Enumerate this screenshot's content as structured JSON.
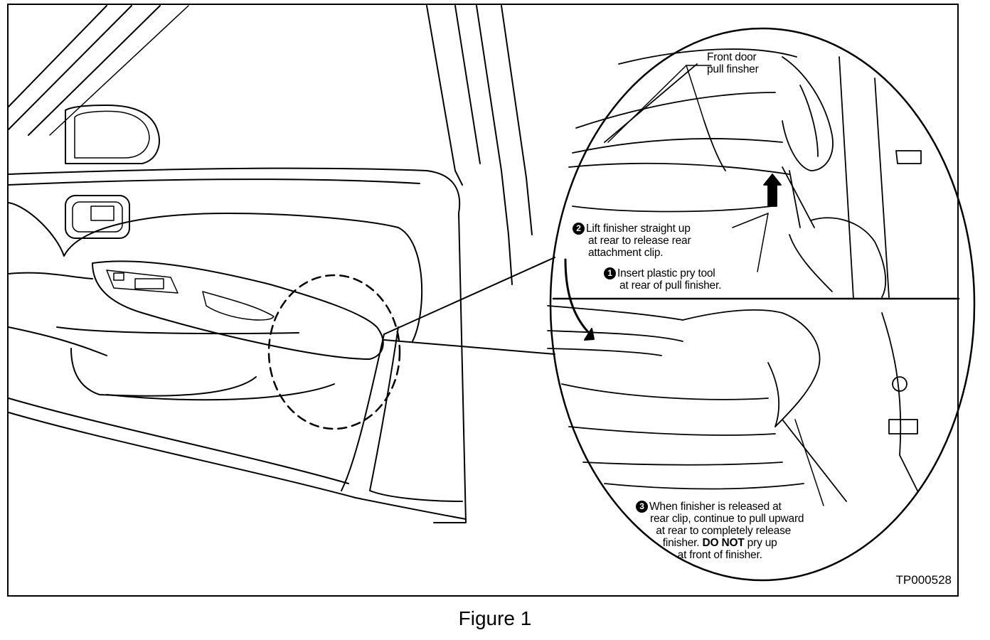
{
  "callouts": {
    "front_door": {
      "lines": [
        "Front door",
        "pull finsher"
      ]
    },
    "step2": {
      "number": "2",
      "lines": [
        "Lift finisher straight up",
        "at rear to release rear",
        "attachment clip."
      ]
    },
    "step1": {
      "number": "1",
      "lines": [
        "Insert plastic pry tool",
        "at rear of pull finisher."
      ]
    },
    "step3": {
      "number": "3",
      "lines": [
        "When finisher is released at",
        "rear clip, continue to pull upward",
        "at rear to completely release"
      ],
      "line4_pre": "finisher.  ",
      "line4_bold": "DO NOT",
      "line4_post": " pry up",
      "line5": "at front of finisher."
    }
  },
  "figure_code": "TP000528",
  "caption": "Figure 1"
}
